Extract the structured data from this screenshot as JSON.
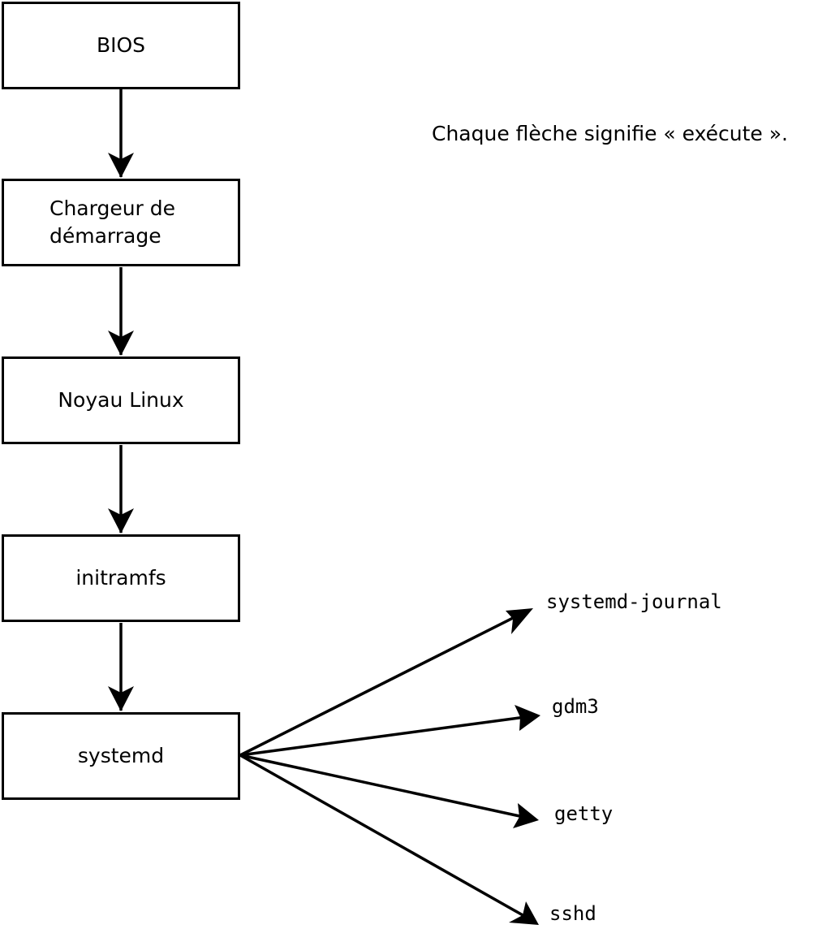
{
  "diagram": {
    "note": "Chaque flèche signifie « exécute ».",
    "boot_chain": [
      {
        "id": "bios",
        "label": "BIOS"
      },
      {
        "id": "bootloader",
        "label": "Chargeur de\ndémarrage"
      },
      {
        "id": "kernel",
        "label": "Noyau Linux"
      },
      {
        "id": "initramfs",
        "label": "initramfs"
      },
      {
        "id": "systemd",
        "label": "systemd"
      }
    ],
    "services": [
      {
        "id": "systemd-journal",
        "label": "systemd-journal"
      },
      {
        "id": "gdm3",
        "label": "gdm3"
      },
      {
        "id": "getty",
        "label": "getty"
      },
      {
        "id": "sshd",
        "label": "sshd"
      }
    ],
    "colors": {
      "stroke": "#000000",
      "background": "#ffffff"
    }
  }
}
